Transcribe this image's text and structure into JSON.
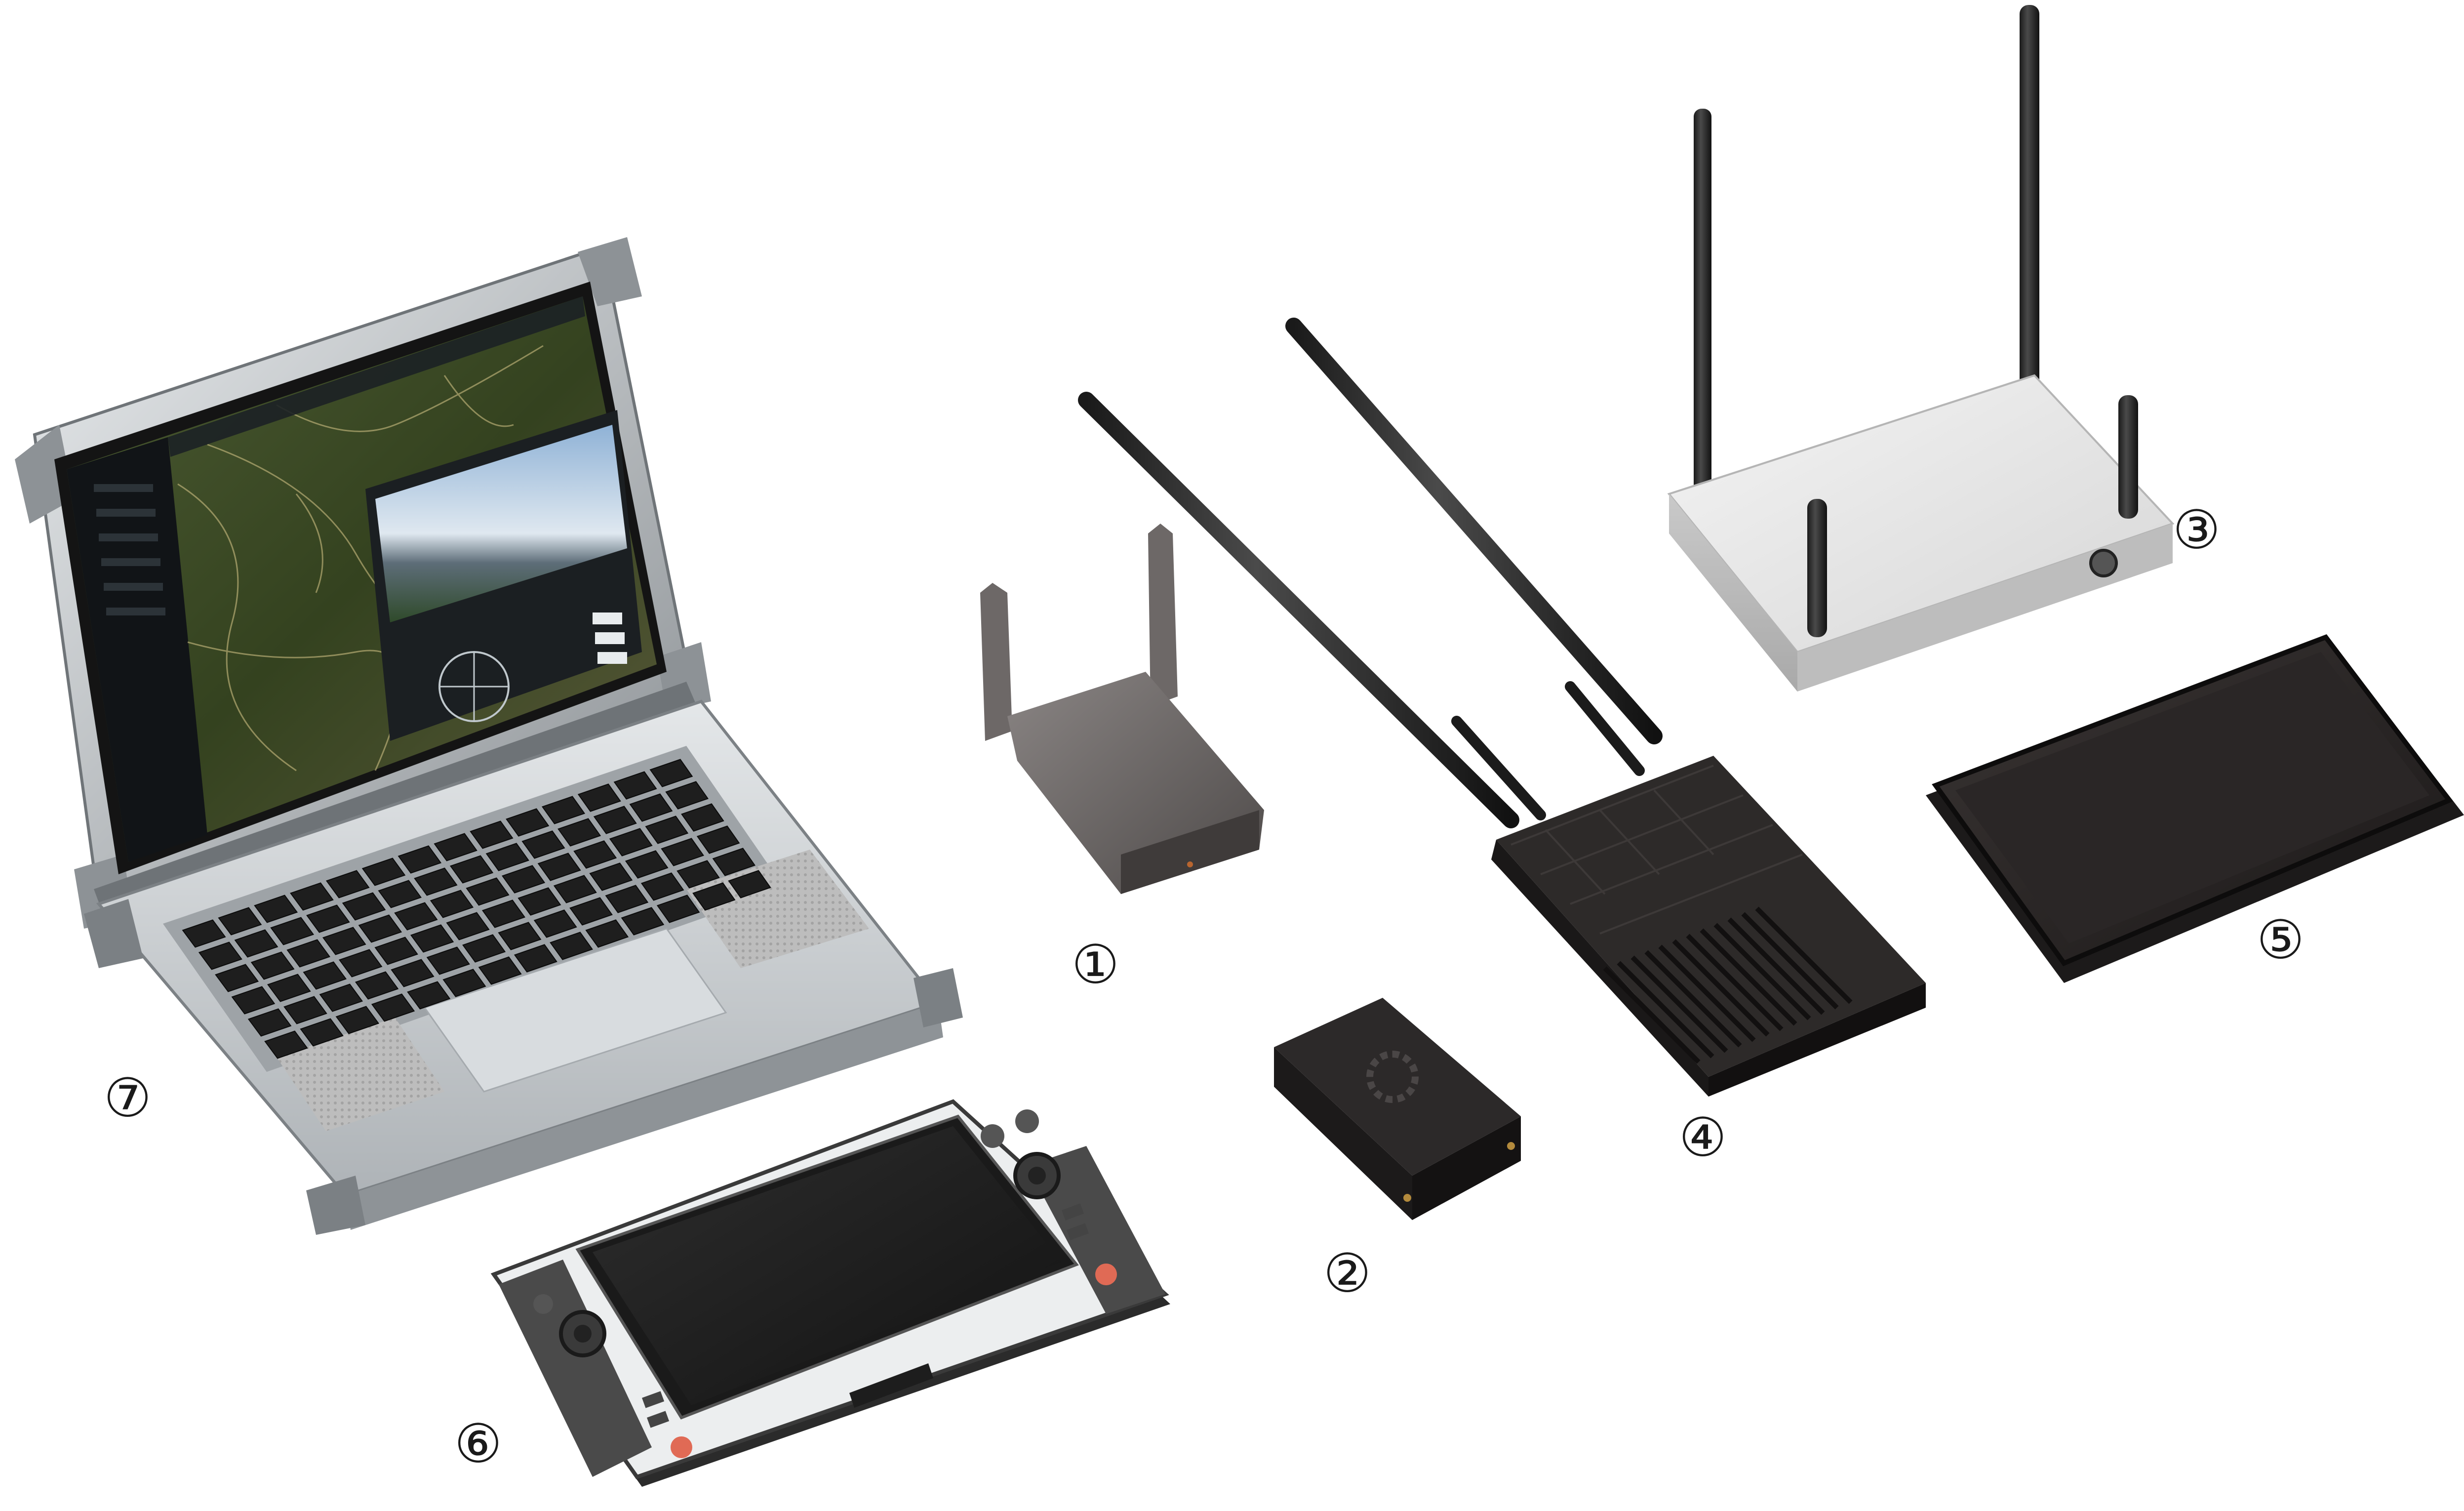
{
  "devices": {
    "label_1": "①",
    "label_2": "②",
    "label_3": "③",
    "label_4": "④",
    "label_5": "⑤",
    "label_6": "⑥",
    "label_7": "⑦"
  },
  "colors": {
    "background": "#ffffff",
    "device_dark": "#2b2b2b",
    "device_gray": "#6f6b6a",
    "router_body": "#dcdcdc",
    "laptop_frame": "#bfc3c6",
    "map_green": "#3c4a27"
  },
  "icons": [
    "antenna",
    "router",
    "radio-module",
    "tablet",
    "handheld-controller",
    "rugged-laptop"
  ]
}
